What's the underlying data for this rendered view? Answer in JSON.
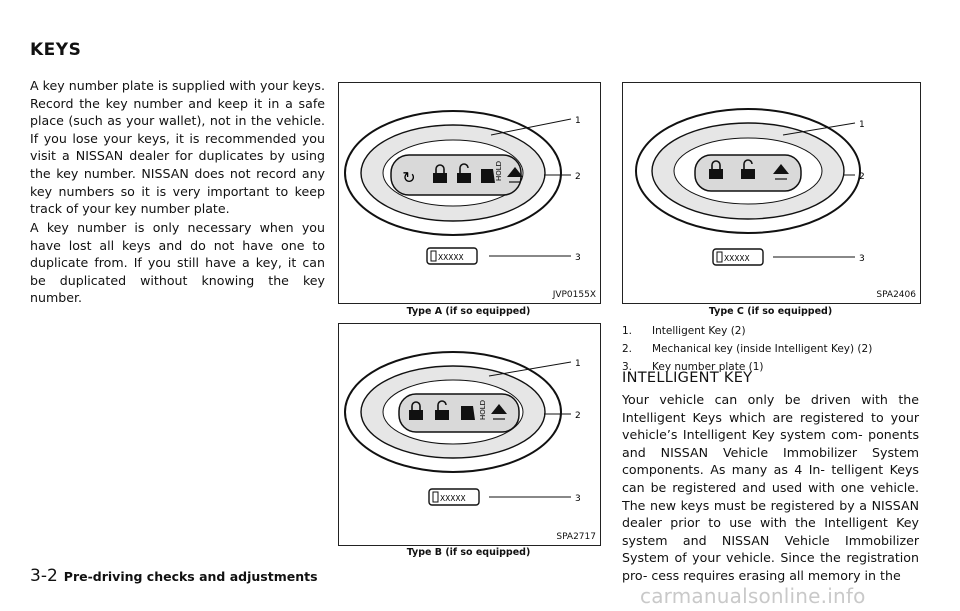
{
  "section": {
    "title": "KEYS"
  },
  "body": {
    "para1": "A key number plate is supplied with your keys. Record the key number and keep it in a safe place (such as your wallet), not in the vehicle. If you lose your keys, it is recommended you visit a NISSAN dealer for duplicates by using the key number. NISSAN does not record any key numbers so it is very important to keep track of your key number plate.",
    "para2": "A key number is only necessary when you have lost all keys and do not have one to duplicate from. If you still have a key, it can be duplicated without knowing the key number."
  },
  "figures": {
    "a": {
      "code": "JVP0155X",
      "caption": "Type A (if so equipped)"
    },
    "b": {
      "code": "SPA2717",
      "caption": "Type B (if so equipped)"
    },
    "c": {
      "code": "SPA2406",
      "caption": "Type C (if so equipped)"
    },
    "callouts": [
      "1",
      "2",
      "3"
    ],
    "plate_text": "XXXXX",
    "hold_text": "HOLD"
  },
  "legend": [
    {
      "num": "1.",
      "text": "Intelligent Key (2)"
    },
    {
      "num": "2.",
      "text": "Mechanical key (inside Intelligent Key) (2)"
    },
    {
      "num": "3.",
      "text": "Key number plate (1)"
    }
  ],
  "intelligent_key": {
    "heading": "INTELLIGENT KEY",
    "para": "Your vehicle can only be driven with the Intelligent Keys which are registered to your vehicle’s Intelligent Key system com- ponents and NISSAN Vehicle Immobilizer System components. As many as 4 In- telligent Keys can be registered and used with one vehicle. The new keys must be registered by a NISSAN dealer prior to use with the Intelligent Key system and NISSAN Vehicle Immobilizer System of your vehicle. Since the registration pro- cess requires erasing all memory in the"
  },
  "footer": {
    "page": "3-2",
    "title": "Pre-driving checks and adjustments"
  },
  "watermark": "carmanualsonline.info"
}
